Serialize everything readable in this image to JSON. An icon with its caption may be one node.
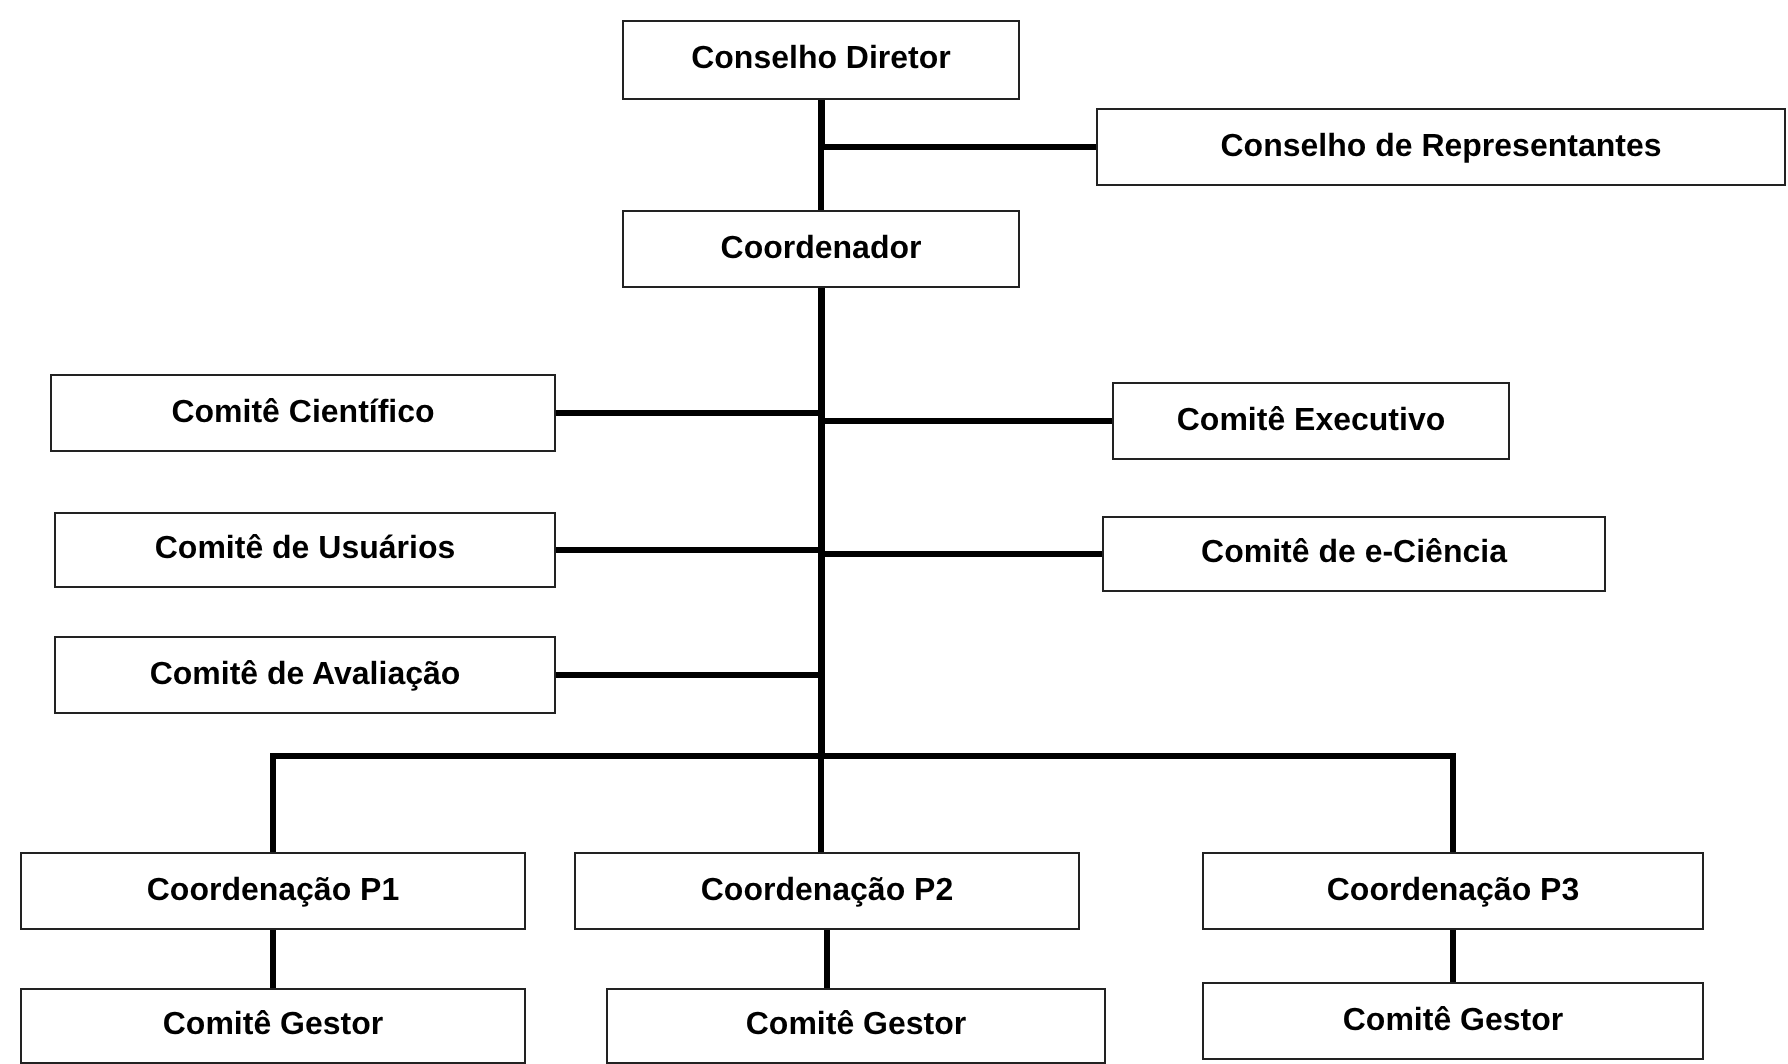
{
  "diagram": {
    "nodes": [
      {
        "text": [
          "Conselho Diretor"
        ]
      },
      {
        "text": [
          "Conselho de Representantes"
        ]
      },
      {
        "text": [
          "Coordenador"
        ]
      },
      {
        "text": [
          "Comitê Científico"
        ]
      },
      {
        "text": [
          "Comitê Executivo"
        ]
      },
      {
        "text": [
          "Comitê de Usuários"
        ]
      },
      {
        "text": [
          "Comitê de e-Ciência"
        ]
      },
      {
        "text": [
          "Comitê de Avaliação"
        ]
      },
      {
        "text": [
          "Coordenação P1"
        ]
      },
      {
        "text": [
          "Coordenação P2"
        ]
      },
      {
        "text": [
          "Coordenação P3"
        ]
      },
      {
        "text": [
          "Comitê Gestor"
        ]
      },
      {
        "text": [
          "Comitê Gestor"
        ]
      },
      {
        "text": [
          "Comitê Gestor"
        ]
      }
    ],
    "edges": [
      {
        "from": 0,
        "to": 1,
        "arrow": "none"
      },
      {
        "from": 0,
        "to": 2,
        "arrow": "none"
      },
      {
        "from": 2,
        "to": 3,
        "arrow": "none"
      },
      {
        "from": 2,
        "to": 4,
        "arrow": "none"
      },
      {
        "from": 2,
        "to": 5,
        "arrow": "none"
      },
      {
        "from": 2,
        "to": 6,
        "arrow": "none"
      },
      {
        "from": 2,
        "to": 7,
        "arrow": "none"
      },
      {
        "from": 2,
        "to": 8,
        "arrow": "none"
      },
      {
        "from": 2,
        "to": 9,
        "arrow": "none"
      },
      {
        "from": 2,
        "to": 10,
        "arrow": "none"
      },
      {
        "from": 8,
        "to": 11,
        "arrow": "none"
      },
      {
        "from": 9,
        "to": 12,
        "arrow": "none"
      },
      {
        "from": 10,
        "to": 13,
        "arrow": "none"
      }
    ]
  }
}
